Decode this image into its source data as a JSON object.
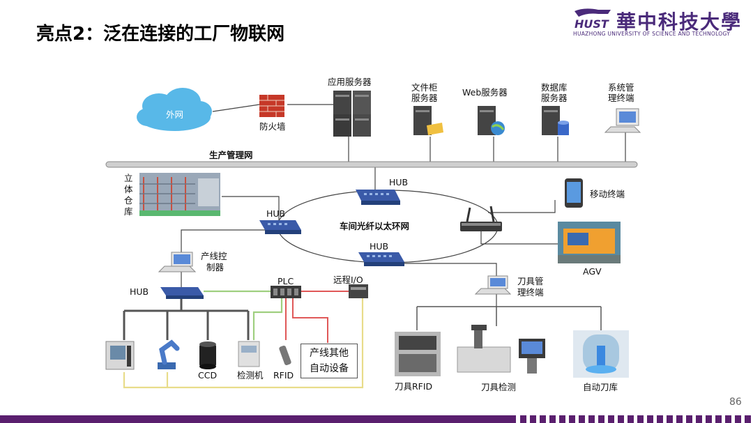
{
  "slide": {
    "title": "亮点2：泛在连接的工厂物联网",
    "page_number": "86"
  },
  "logo": {
    "cn": "華中科技大學",
    "en": "HUAZHONG UNIVERSITY OF SCIENCE AND TECHNOLOGY"
  },
  "labels": {
    "cloud": "外网",
    "firewall": "防火墙",
    "app_server": "应用服务器",
    "file_server_1": "文件柜",
    "file_server_2": "服务器",
    "web_server": "Web服务器",
    "db_server_1": "数据库",
    "db_server_2": "服务器",
    "sys_terminal_1": "系统管",
    "sys_terminal_2": "理终端",
    "production_net": "生产管理网",
    "warehouse_1": "立",
    "warehouse_2": "体",
    "warehouse_3": "仓",
    "warehouse_4": "库",
    "hub_top": "HUB",
    "hub_left": "HUB",
    "hub_bottom": "HUB",
    "hub_line": "HUB",
    "ring": "车间光纤以太环网",
    "mobile": "移动终端",
    "agv": "AGV",
    "line_ctrl_1": "产线控",
    "line_ctrl_2": "制器",
    "plc": "PLC",
    "remote_io": "远程I/O",
    "tool_terminal_1": "刀具管",
    "tool_terminal_2": "理终端",
    "ccd": "CCD",
    "inspector": "检测机",
    "rfid": "RFID",
    "other_1": "产线其他",
    "other_2": "自动设备",
    "tool_rfid": "刀具RFID",
    "tool_inspect": "刀具检测",
    "tool_store": "自动刀库"
  }
}
